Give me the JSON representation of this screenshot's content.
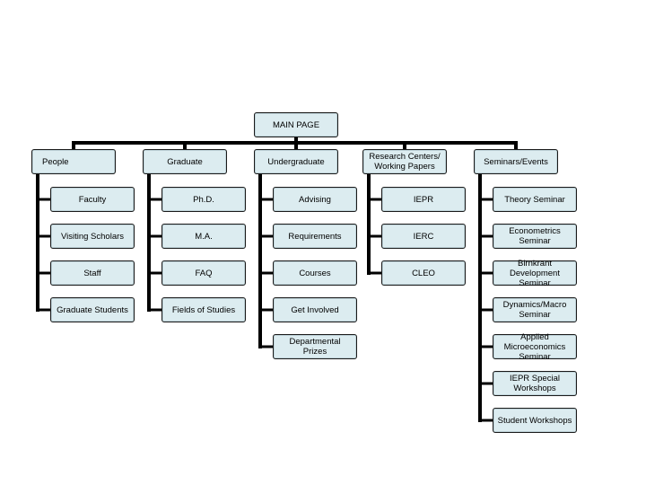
{
  "diagram": {
    "root": {
      "label": "MAIN PAGE"
    },
    "columns": [
      {
        "label": "People",
        "children": [
          "Faculty",
          "Visiting Scholars",
          "Staff",
          "Graduate Students"
        ]
      },
      {
        "label": "Graduate",
        "children": [
          "Ph.D.",
          "M.A.",
          "FAQ",
          "Fields of Studies"
        ]
      },
      {
        "label": "Undergraduate",
        "children": [
          "Advising",
          "Requirements",
          "Courses",
          "Get Involved",
          "Departmental Prizes"
        ]
      },
      {
        "label": "Research Centers/ Working Papers",
        "children": [
          "IEPR",
          "IERC",
          "CLEO"
        ]
      },
      {
        "label": "Seminars/Events",
        "children": [
          "Theory Seminar",
          "Econometrics Seminar",
          "Birnkrant Development Seminar",
          "Dynamics/Macro Seminar",
          "Applied Microeconomics Seminar",
          "IEPR Special Workshops",
          "Student Workshops"
        ]
      }
    ],
    "colors": {
      "node_fill": "#dcecf0",
      "node_border": "#1a1a1a",
      "connector": "#000000"
    }
  }
}
